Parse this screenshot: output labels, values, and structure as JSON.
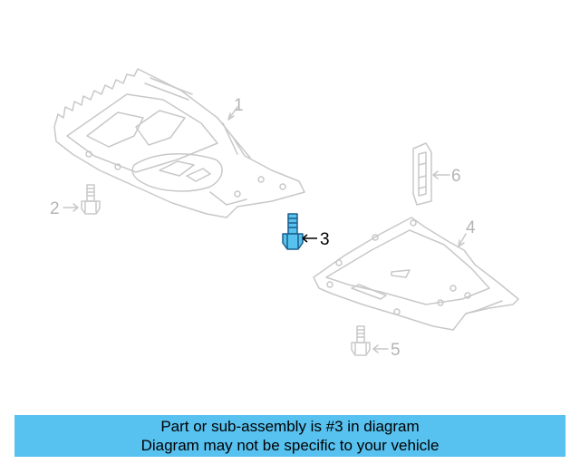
{
  "callouts": {
    "part1": "1",
    "part2": "2",
    "part3": "3",
    "part4": "4",
    "part5": "5",
    "part6": "6"
  },
  "banner": {
    "line1": "Part or sub-assembly is #3 in diagram",
    "line2": "Diagram may not be specific to your vehicle"
  },
  "colors": {
    "faded_line": "#c8c8c8",
    "faded_text": "#b4b4b4",
    "highlight_fill": "#57c1ef",
    "highlight_stroke": "#1c5f8c",
    "banner_bg": "#57c1ef"
  }
}
